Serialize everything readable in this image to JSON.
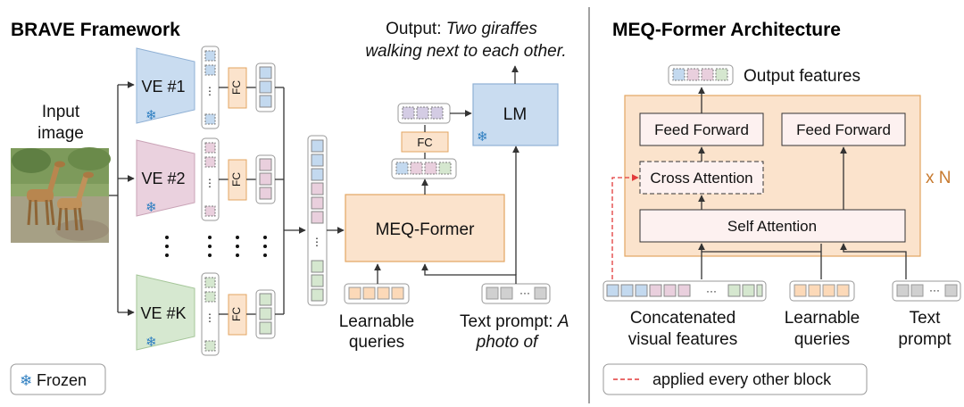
{
  "left": {
    "title": "BRAVE Framework",
    "input_label": [
      "Input",
      "image"
    ],
    "encoders": [
      {
        "label": "VE #1",
        "color": "#c9dcf0",
        "token": "#c3d9ef"
      },
      {
        "label": "VE #2",
        "color": "#ead1de",
        "token": "#e9cfdd"
      },
      {
        "label": "VE #K",
        "color": "#d6e8d0",
        "token": "#d5e7cf"
      }
    ],
    "fc_label": "FC",
    "snowflake": "❄",
    "lm_label": "LM",
    "meq_label": "MEQ-Former",
    "output_prefix": "Output: ",
    "output_text": [
      "Two giraffes",
      "walking next to each other."
    ],
    "queries_label": [
      "Learnable",
      "queries"
    ],
    "prompt_prefix": "Text prompt: ",
    "prompt_text": [
      "A",
      "photo of"
    ],
    "legend_label": "Frozen"
  },
  "right": {
    "title": "MEQ-Former Architecture",
    "output_label": "Output features",
    "ff_left": "Feed Forward",
    "ff_right": "Feed Forward",
    "cross_attn": "Cross Attention",
    "self_attn": "Self Attention",
    "repeat_label": "x N",
    "concat_label": [
      "Concatenated",
      "visual features"
    ],
    "queries_label": [
      "Learnable",
      "queries"
    ],
    "prompt_label": [
      "Text",
      "prompt"
    ],
    "legend_label": "applied every other block"
  },
  "colors": {
    "orange_fill": "#fbe3cc",
    "orange_border": "#e3a562",
    "blue": "#c9dcf0",
    "pink": "#ead1de",
    "green": "#d6e8d0",
    "gray": "#d0d0d0",
    "query": "#fcd9b8",
    "snow": "#2f7fc1",
    "red_dash": "#e23b3b"
  }
}
